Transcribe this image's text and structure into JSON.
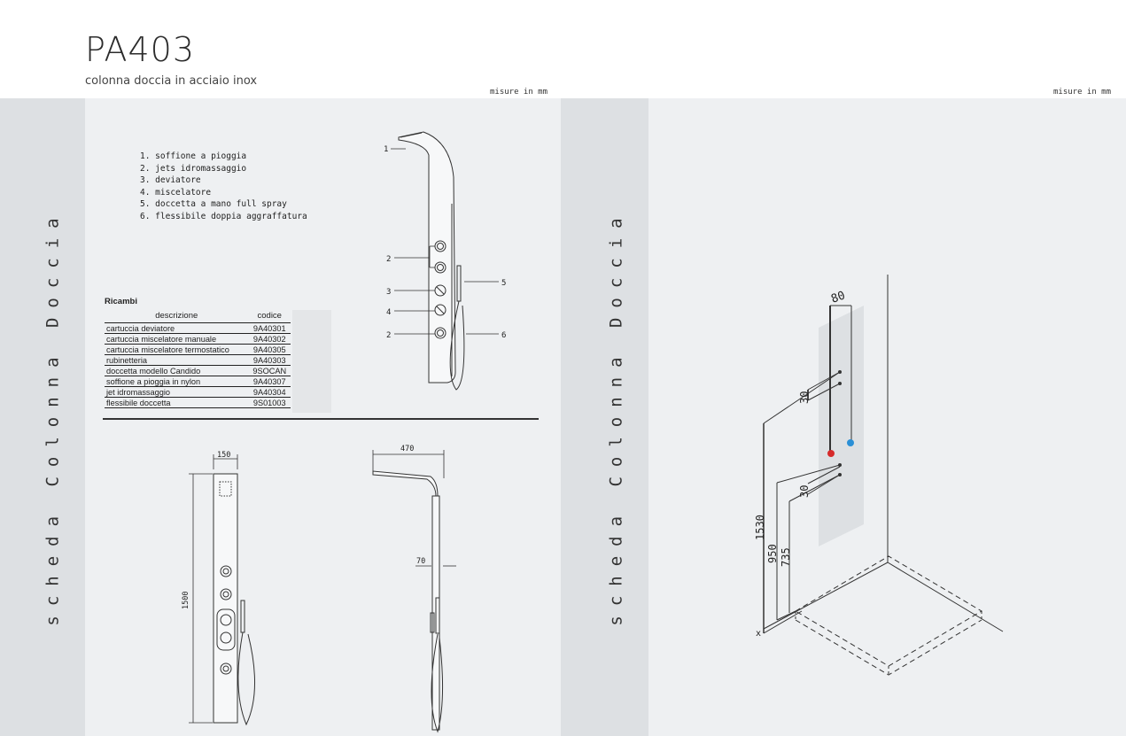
{
  "header": {
    "title": "PA403",
    "subtitle": "colonna doccia in acciaio inox",
    "unit_left": "misure in mm",
    "unit_right": "misure in mm"
  },
  "side_label": "scheda Colonna Doccia",
  "legend": [
    "1. soffione a pioggia",
    "2. jets idromassaggio",
    "3. deviatore",
    "4. miscelatore",
    "5. doccetta a mano full spray",
    "6. flessibile doppia aggraffatura"
  ],
  "ricambi": {
    "title": "Ricambi",
    "headers": [
      "descrizione",
      "codice"
    ],
    "rows": [
      [
        "cartuccia deviatore",
        "9A40301"
      ],
      [
        "cartuccia miscelatore manuale",
        "9A40302"
      ],
      [
        "cartuccia miscelatore termostatico",
        "9A40305"
      ],
      [
        "rubinetteria",
        "9A40303"
      ],
      [
        "doccetta modello Candido",
        "9SOCAN"
      ],
      [
        "soffione a pioggia in nylon",
        "9A40307"
      ],
      [
        "jet idromassaggio",
        "9A40304"
      ],
      [
        "flessibile doccetta",
        "9S01003"
      ]
    ]
  },
  "callouts": [
    "1",
    "2",
    "3",
    "4",
    "2",
    "5",
    "6"
  ],
  "front_view": {
    "width": "150",
    "height": "1500"
  },
  "side_view": {
    "depth": "470",
    "thickness": "70"
  },
  "install": {
    "width": "80",
    "spacing_top": "30",
    "spacing_bottom": "30",
    "h1": "1530",
    "h2": "950",
    "h3": "735",
    "origin": "x"
  },
  "colors": {
    "hot": "#d62a2a",
    "cold": "#2a8fd6",
    "panel": "#eef0f2",
    "strip": "#dde0e3"
  }
}
